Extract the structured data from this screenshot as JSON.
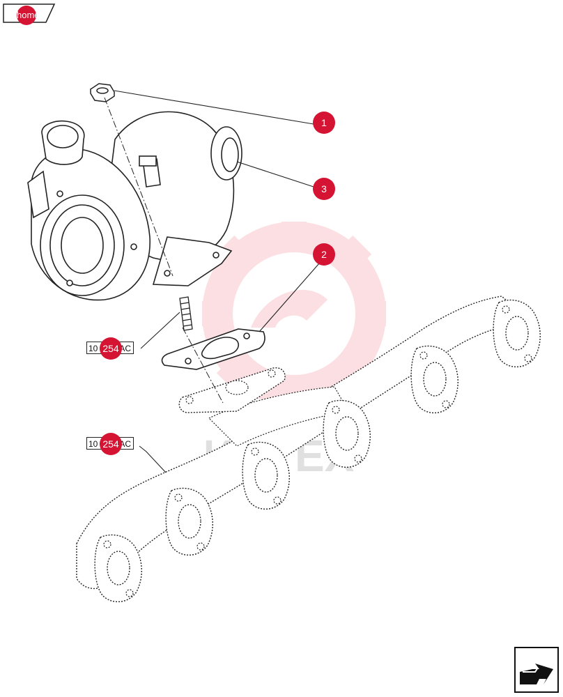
{
  "nav": {
    "home_label": "home",
    "next_icon": "next-page-arrow-icon"
  },
  "callouts": [
    {
      "id": "1",
      "label": "1"
    },
    {
      "id": "3",
      "label": "3"
    },
    {
      "id": "2",
      "label": "2"
    }
  ],
  "refs": [
    {
      "prefix": "10",
      "number": "254",
      "suffix": "AC"
    },
    {
      "prefix": "10",
      "number": "254",
      "suffix": "AC"
    }
  ],
  "watermark": {
    "text": "ИНТЕХ",
    "color": "#f04050"
  },
  "colors": {
    "accent": "#d41432",
    "line": "#222222"
  }
}
